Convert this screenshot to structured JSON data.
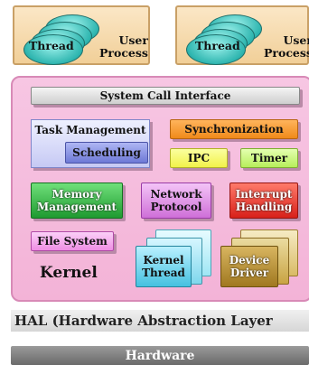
{
  "user_processes": [
    {
      "thread": "Thread",
      "process": "User\nProcess"
    },
    {
      "thread": "Thread",
      "process": "User\nProcess"
    }
  ],
  "kernel": {
    "syscall": "System Call Interface",
    "task_management": "Task Management",
    "scheduling": "Scheduling",
    "synchronization": "Synchronization",
    "ipc": "IPC",
    "timer": "Timer",
    "memory": "Memory\nManagement",
    "network": "Network\nProtocol",
    "interrupt": "Interrupt\nHandling",
    "filesystem": "File System",
    "kernel_thread": "Kernel\nThread",
    "device_driver": "Device\nDriver",
    "label": "Kernel"
  },
  "hal": "HAL (Hardware Abstraction Layer",
  "hardware": "Hardware"
}
